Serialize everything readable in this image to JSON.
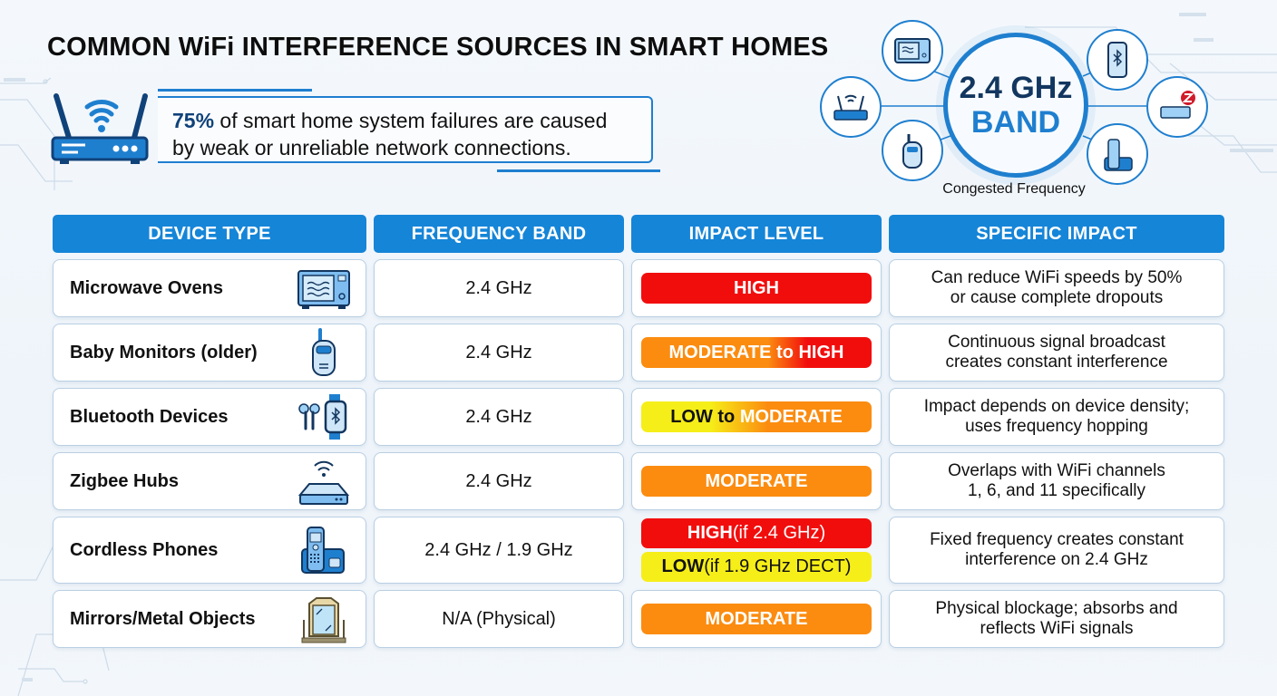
{
  "title": "COMMON WiFi INTERFERENCE SOURCES IN SMART HOMES",
  "stat": {
    "percent": "75%",
    "line1_rest": " of smart home system failures are caused",
    "line2": "by weak or unreliable network connections.",
    "icon": "router-icon"
  },
  "band": {
    "frequency": "2.4 GHz",
    "label": "BAND",
    "caption": "Congested Frequency",
    "satellites": [
      "microwave-icon",
      "router-icon",
      "baby-monitor-icon",
      "bluetooth-phone-icon",
      "zigbee-hub-icon",
      "cordless-phone-icon"
    ]
  },
  "table": {
    "headers": [
      "DEVICE TYPE",
      "FREQUENCY BAND",
      "IMPACT LEVEL",
      "SPECIFIC IMPACT"
    ],
    "rows": [
      {
        "device": "Microwave Ovens",
        "icon": "microwave-icon",
        "frequency": "2.4 GHz",
        "impact": [
          {
            "label": "HIGH",
            "style": "high"
          }
        ],
        "specific_line1": "Can reduce WiFi speeds by 50%",
        "specific_line2": "or cause complete dropouts"
      },
      {
        "device": "Baby Monitors (older)",
        "icon": "baby-monitor-icon",
        "frequency": "2.4 GHz",
        "impact": [
          {
            "label": "MODERATE to HIGH",
            "style": "moderate-to-high"
          }
        ],
        "specific_line1": "Continuous signal broadcast",
        "specific_line2": "creates constant interference"
      },
      {
        "device": "Bluetooth Devices",
        "icon": "earbuds-smartwatch-icon",
        "frequency": "2.4 GHz",
        "impact": [
          {
            "label_part1": "LOW to",
            "label_part2": "MODERATE",
            "style": "low-to-moderate"
          }
        ],
        "specific_line1": "Impact depends on device density;",
        "specific_line2": "uses frequency hopping"
      },
      {
        "device": "Zigbee Hubs",
        "icon": "zigbee-hub-icon",
        "frequency": "2.4 GHz",
        "impact": [
          {
            "label": "MODERATE",
            "style": "moderate"
          }
        ],
        "specific_line1": "Overlaps with WiFi channels",
        "specific_line2": "1, 6, and 11 specifically"
      },
      {
        "device": "Cordless Phones",
        "icon": "cordless-phone-icon",
        "frequency": "2.4 GHz / 1.9 GHz",
        "impact": [
          {
            "label_bold": "HIGH",
            "label_rest": " (if 2.4 GHz)",
            "style": "high"
          },
          {
            "label_bold": "LOW",
            "label_rest": " (if 1.9 GHz DECT)",
            "style": "low"
          }
        ],
        "specific_line1": "Fixed frequency creates constant",
        "specific_line2": "interference on 2.4 GHz"
      },
      {
        "device": "Mirrors/Metal Objects",
        "icon": "mirror-icon",
        "frequency": "N/A (Physical)",
        "impact": [
          {
            "label": "MODERATE",
            "style": "moderate"
          }
        ],
        "specific_line1": "Physical blockage; absorbs and",
        "specific_line2": "reflects WiFi signals"
      }
    ]
  },
  "colors": {
    "header_blue": "#1585d8",
    "accent_blue": "#1f7fcf",
    "navy": "#12365f",
    "high_red": "#f20d0d",
    "moderate_orange": "#fb8c10",
    "low_yellow": "#f6ee18"
  }
}
